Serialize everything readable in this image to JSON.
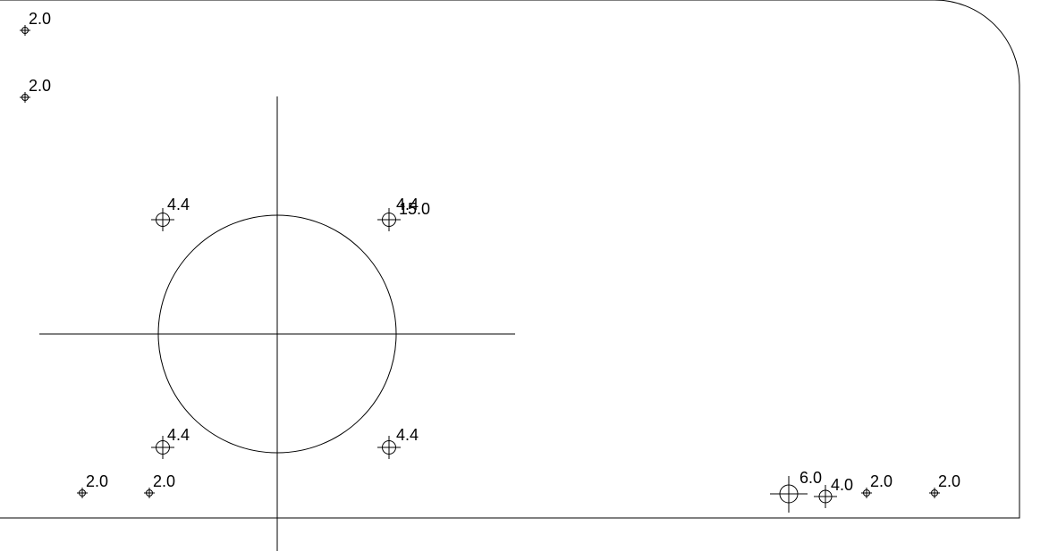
{
  "colors": {
    "background": "#ffffff",
    "stroke": "#000000"
  },
  "holes": [
    {
      "id": "hole-top-left-1",
      "label": "2.0"
    },
    {
      "id": "hole-top-left-2",
      "label": "2.0"
    },
    {
      "id": "hole-bolt-upper-left",
      "label": "4.4"
    },
    {
      "id": "hole-bolt-upper-right",
      "label": "4.4"
    },
    {
      "id": "hole-bolt-upper-right-overlap",
      "label": "15.0"
    },
    {
      "id": "hole-bolt-lower-left",
      "label": "4.4"
    },
    {
      "id": "hole-bolt-lower-right",
      "label": "4.4"
    },
    {
      "id": "hole-bottom-left-1",
      "label": "2.0"
    },
    {
      "id": "hole-bottom-left-2",
      "label": "2.0"
    },
    {
      "id": "hole-bottom-right-large",
      "label": "6.0"
    },
    {
      "id": "hole-bottom-right-medium",
      "label": "4.0"
    },
    {
      "id": "hole-bottom-right-small-1",
      "label": "2.0"
    },
    {
      "id": "hole-bottom-right-small-2",
      "label": "2.0"
    }
  ]
}
